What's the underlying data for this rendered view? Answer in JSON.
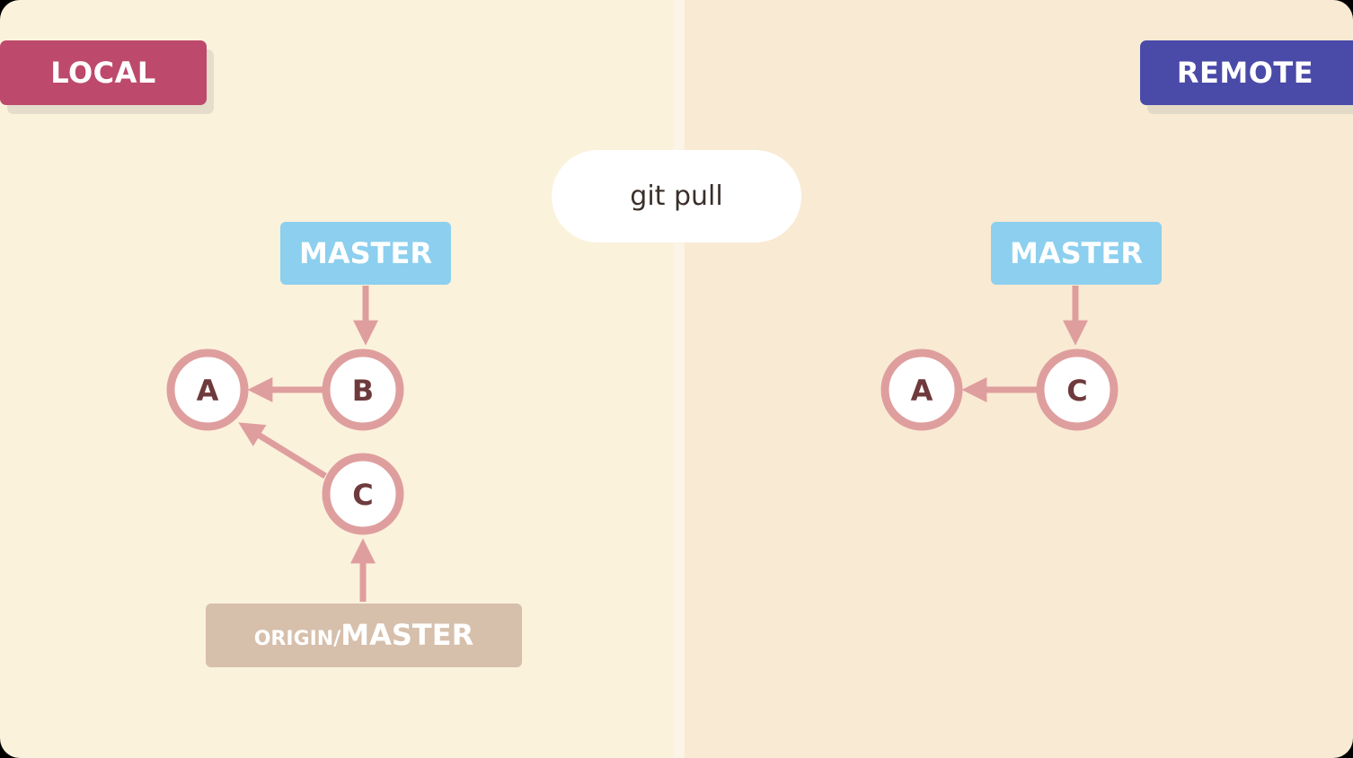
{
  "local_label": "LOCAL",
  "remote_label": "REMOTE",
  "command": "git pull",
  "local": {
    "master_label": "MASTER",
    "origin_prefix": "ORIGIN/",
    "origin_branch": "MASTER",
    "commits": [
      "A",
      "B",
      "C"
    ]
  },
  "remote": {
    "master_label": "MASTER",
    "commits": [
      "A",
      "C"
    ]
  },
  "colors": {
    "local_tag": "#bd4a6c",
    "remote_tag": "#4a4aa9",
    "branch_pointer": "#8ccfee",
    "origin_pointer": "#d6bfab",
    "commit_ring": "#df9e9e",
    "commit_text": "#6e3a3c"
  }
}
